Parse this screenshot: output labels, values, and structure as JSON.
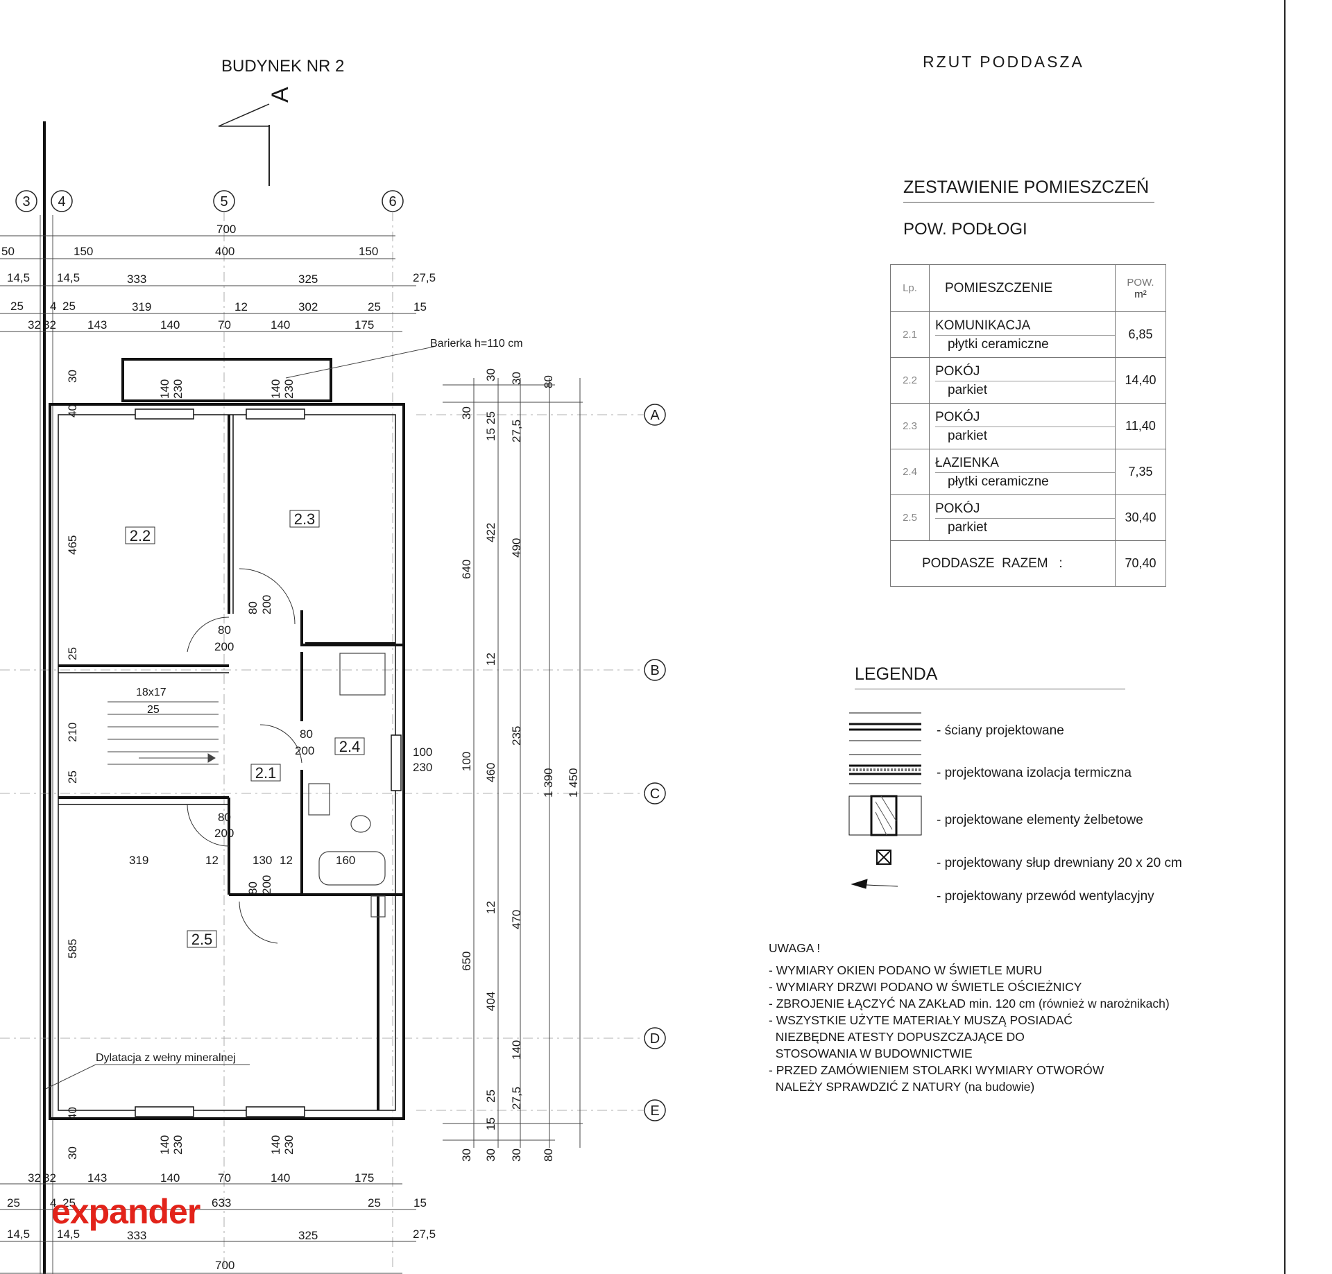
{
  "header": {
    "building": "BUDYNEK NR 2",
    "plan_title": "RZUT PODDASZA",
    "section_mark": "A"
  },
  "axes": {
    "vertical": [
      "3",
      "4",
      "5",
      "6"
    ],
    "horizontal": [
      "A",
      "B",
      "C",
      "D",
      "E"
    ]
  },
  "room_schedule": {
    "title": "ZESTAWIENIE POMIESZCZEŃ",
    "subtitle": "POW. PODŁOGI",
    "col_lp": "Lp.",
    "col_room": "POMIESZCZENIE",
    "col_area_1": "POW.",
    "col_area_2": "m²",
    "rows": [
      {
        "lp": "2.1",
        "name": "KOMUNIKACJA",
        "finish": "płytki ceramiczne",
        "area": "6,85"
      },
      {
        "lp": "2.2",
        "name": "POKÓJ",
        "finish": "parkiet",
        "area": "14,40"
      },
      {
        "lp": "2.3",
        "name": "POKÓJ",
        "finish": "parkiet",
        "area": "11,40"
      },
      {
        "lp": "2.4",
        "name": "ŁAZIENKA",
        "finish": "płytki ceramiczne",
        "area": "7,35"
      },
      {
        "lp": "2.5",
        "name": "POKÓJ",
        "finish": "parkiet",
        "area": "30,40"
      }
    ],
    "total_label": "PODDASZE  RAZEM   :",
    "total_value": "70,40"
  },
  "legend": {
    "title": "LEGENDA",
    "items": [
      "- ściany projektowane",
      "- projektowana izolacja termiczna",
      "- projektowane elementy żelbetowe",
      "- projektowany słup drewniany 20 x 20 cm",
      "- projektowany przewód wentylacyjny"
    ]
  },
  "notes": {
    "title": "UWAGA !",
    "lines": [
      "- WYMIARY OKIEN PODANO W ŚWIETLE MURU",
      "- WYMIARY DRZWI PODANO W ŚWIETLE OŚCIEŻNICY",
      "- ZBROJENIE ŁĄCZYĆ NA ZAKŁAD min. 120 cm (również w narożnikach)",
      "- WSZYSTKIE UŻYTE MATERIAŁY MUSZĄ POSIADAĆ",
      "  NIEZBĘDNE ATESTY DOPUSZCZAJĄCE DO",
      "  STOSOWANIA W BUDOWNICTWIE",
      "- PRZED ZAMÓWIENIEM STOLARKI WYMIARY OTWORÓW",
      "  NALEŻY SPRAWDZIĆ Z NATURY (na budowie)"
    ]
  },
  "plan_annotations": {
    "rooms": [
      "2.1",
      "2.2",
      "2.3",
      "2.4",
      "2.5"
    ],
    "barrier": "Barierka h=110 cm",
    "dilatation": "Dylatacja z wełny mineralnej",
    "stairs_1": "18x17",
    "stairs_2": "25"
  },
  "dims": {
    "top": {
      "r1": [
        "700"
      ],
      "r2": [
        "50",
        "150",
        "400",
        "150"
      ],
      "r3": [
        "14,5",
        "14,5",
        "333",
        "325",
        "27,5"
      ],
      "r4": [
        "25",
        "4",
        "25",
        "319",
        "12",
        "302",
        "25",
        "15"
      ],
      "r5": [
        "32",
        "32",
        "143",
        "140",
        "70",
        "140",
        "175"
      ]
    },
    "bottom": {
      "r1": [
        "32",
        "32",
        "143",
        "140",
        "70",
        "140",
        "175"
      ],
      "r2": [
        "25",
        "4",
        "25",
        "633",
        "25",
        "15"
      ],
      "r3": [
        "14,5",
        "14,5",
        "333",
        "325",
        "27,5"
      ],
      "r4": [
        "700"
      ]
    },
    "right_c1": [
      "30",
      "640",
      "100",
      "650",
      "30"
    ],
    "right_c2": [
      "30",
      "25",
      "15",
      "422",
      "12",
      "460",
      "12",
      "404",
      "25",
      "15",
      "30"
    ],
    "right_c3": [
      "30",
      "27,5",
      "490",
      "235",
      "470",
      "140",
      "27,5",
      "30"
    ],
    "right_c4": [
      "80",
      "1 390",
      "80"
    ],
    "right_c5": [
      "1 450"
    ],
    "window_top_1": [
      "140",
      "230"
    ],
    "window_top_2": [
      "140",
      "230"
    ],
    "window_bottom_1": [
      "140",
      "230"
    ],
    "window_bottom_2": [
      "140",
      "230"
    ],
    "window_right": [
      "100",
      "230"
    ],
    "left_col": [
      "30",
      "40",
      "465",
      "25",
      "210",
      "25",
      "585",
      "40",
      "30"
    ],
    "door_22": [
      "80",
      "200"
    ],
    "door_23": [
      "80",
      "200"
    ],
    "door_24": [
      "80",
      "200"
    ],
    "door_25a": [
      "80",
      "200"
    ],
    "door_25b": [
      "80",
      "200"
    ],
    "mid_row": [
      "319",
      "12",
      "130",
      "12"
    ],
    "bath": "160"
  },
  "brand": {
    "logo": "expander",
    "logo_color": "#e2231a",
    "logo_accent": "#f5a623"
  }
}
